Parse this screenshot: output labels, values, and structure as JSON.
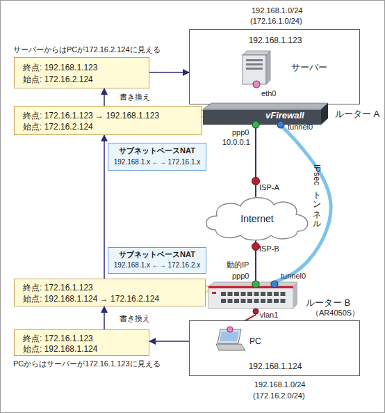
{
  "diagram": {
    "nodes": [
      {
        "text": [
          "192.168.1.123"
        ]
      },
      {
        "text": [
          "サーバー"
        ],
        "in": 0
      },
      {
        "text": [
          "サーバーからはPCが172.16.2.124に見える",
          "終点: 192.168.1.123",
          "始点: 172.16.2.124"
        ]
      },
      {
        "text": [
          "終点: 172.16.1.123 → 192.168.1.123",
          "始点: 172.16.2.124"
        ]
      },
      {
        "text": [
          "vFirewall",
          "ルーター A"
        ]
      },
      {
        "text": [
          "サブネットベースNAT",
          "192.168.1.x ←→ 172.16.1.x"
        ]
      },
      {
        "text": [
          "ISP-A"
        ]
      },
      {
        "text": [
          "Internet"
        ]
      },
      {
        "text": [
          "ISP-B"
        ]
      },
      {
        "text": [
          "サブネットベースNAT",
          "192.168.1.x ←→ 172.16.2.x"
        ]
      },
      {
        "text": [
          "ルーター B",
          "（AR4050S）"
        ]
      },
      {
        "text": [
          "終点: 172.16.1.123",
          "始点: 192.168.1.124 → 172.16.2.124"
        ]
      },
      {
        "text": [
          "終点: 172.16.1.123",
          "始点: 192.168.1.124",
          "PCからはサーバーが172.16.1.123に見える"
        ]
      },
      {
        "text": [
          "192.168.1.124"
        ]
      },
      {
        "text": [
          "PC"
        ],
        "in": 13
      }
    ],
    "edges": [
      {
        "from": 1,
        "to": 4,
        "arrow": "none"
      },
      {
        "from": 4,
        "to": 6,
        "arrow": "none"
      },
      {
        "from": 6,
        "to": 7,
        "arrow": "none"
      },
      {
        "from": 7,
        "to": 8,
        "arrow": "none"
      },
      {
        "from": 8,
        "to": 10,
        "arrow": "none"
      },
      {
        "from": 4,
        "to": 10,
        "label": "IPsecトンネル",
        "arrow": "none"
      },
      {
        "from": 10,
        "to": 14,
        "arrow": "none"
      },
      {
        "from": 14,
        "to": 12,
        "arrow": "to"
      },
      {
        "from": 12,
        "to": 11,
        "arrow": "to"
      },
      {
        "from": 11,
        "to": 3,
        "arrow": "to"
      },
      {
        "from": 3,
        "to": 2,
        "arrow": "to"
      },
      {
        "from": 2,
        "to": 0,
        "arrow": "to"
      }
    ],
    "labels": [
      "192.168.1.0/24",
      "(172.16.1.0/24)",
      "書き換え",
      "eth0",
      "ppp0",
      "10.0.0.1",
      "tunnel0",
      "動的IP",
      "ppp0",
      "tunnel0",
      "vlan1",
      "書き換え",
      "192.168.1.0/24",
      "(172.16.2.0/24)"
    ]
  }
}
